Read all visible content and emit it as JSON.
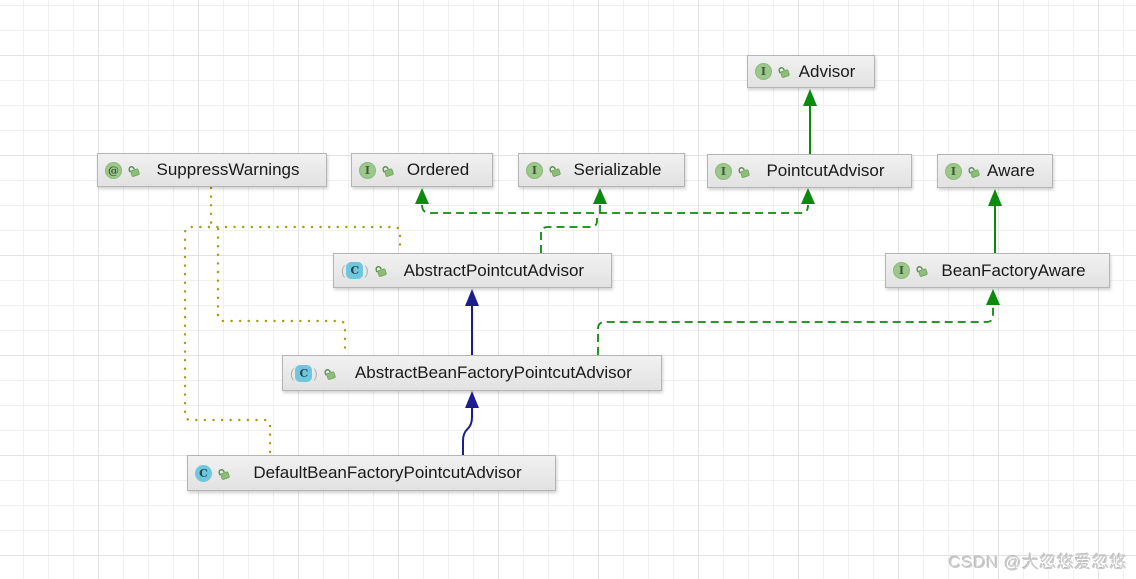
{
  "diagram": {
    "nodes": [
      {
        "id": "advisor",
        "label": "Advisor",
        "kind": "interface",
        "icon_letter": "I"
      },
      {
        "id": "suppress-warnings",
        "label": "SuppressWarnings",
        "kind": "annotation",
        "icon_letter": "@"
      },
      {
        "id": "ordered",
        "label": "Ordered",
        "kind": "interface",
        "icon_letter": "I"
      },
      {
        "id": "serializable",
        "label": "Serializable",
        "kind": "interface",
        "icon_letter": "I"
      },
      {
        "id": "pointcut-advisor",
        "label": "PointcutAdvisor",
        "kind": "interface",
        "icon_letter": "I"
      },
      {
        "id": "aware",
        "label": "Aware",
        "kind": "interface",
        "icon_letter": "I"
      },
      {
        "id": "abstract-pointcut-advisor",
        "label": "AbstractPointcutAdvisor",
        "kind": "abstract-class",
        "icon_letter": "C"
      },
      {
        "id": "bean-factory-aware",
        "label": "BeanFactoryAware",
        "kind": "interface",
        "icon_letter": "I"
      },
      {
        "id": "abstract-bean-factory-pointcut-advisor",
        "label": "AbstractBeanFactoryPointcutAdvisor",
        "kind": "abstract-class",
        "icon_letter": "C"
      },
      {
        "id": "default-bean-factory-pointcut-advisor",
        "label": "DefaultBeanFactoryPointcutAdvisor",
        "kind": "class",
        "icon_letter": "C"
      }
    ],
    "edges": [
      {
        "from": "PointcutAdvisor",
        "to": "Advisor",
        "relation": "extends",
        "style": "solid-green"
      },
      {
        "from": "BeanFactoryAware",
        "to": "Aware",
        "relation": "extends",
        "style": "solid-green"
      },
      {
        "from": "AbstractPointcutAdvisor",
        "to": "Ordered",
        "relation": "implements",
        "style": "dashed-green"
      },
      {
        "from": "AbstractPointcutAdvisor",
        "to": "Serializable",
        "relation": "implements",
        "style": "dashed-green"
      },
      {
        "from": "AbstractPointcutAdvisor",
        "to": "PointcutAdvisor",
        "relation": "implements",
        "style": "dashed-green"
      },
      {
        "from": "AbstractBeanFactoryPointcutAdvisor",
        "to": "BeanFactoryAware",
        "relation": "implements",
        "style": "dashed-green"
      },
      {
        "from": "AbstractBeanFactoryPointcutAdvisor",
        "to": "AbstractPointcutAdvisor",
        "relation": "extends",
        "style": "solid-navy"
      },
      {
        "from": "DefaultBeanFactoryPointcutAdvisor",
        "to": "AbstractBeanFactoryPointcutAdvisor",
        "relation": "extends",
        "style": "solid-navy"
      },
      {
        "from": "SuppressWarnings",
        "to": "AbstractPointcutAdvisor",
        "relation": "annotates",
        "style": "dotted-yellow"
      },
      {
        "from": "SuppressWarnings",
        "to": "AbstractBeanFactoryPointcutAdvisor",
        "relation": "annotates",
        "style": "dotted-yellow"
      },
      {
        "from": "SuppressWarnings",
        "to": "DefaultBeanFactoryPointcutAdvisor",
        "relation": "annotates",
        "style": "dotted-yellow"
      }
    ],
    "colors": {
      "edge_green": "#0c8a0c",
      "edge_navy": "#1d1d8f",
      "edge_yellow": "#a89b10",
      "node_background": "#e9e9e9",
      "interface_icon": "#9cc88b",
      "class_icon": "#6fc7de"
    }
  },
  "watermark": "CSDN @大忽悠爱忽悠"
}
